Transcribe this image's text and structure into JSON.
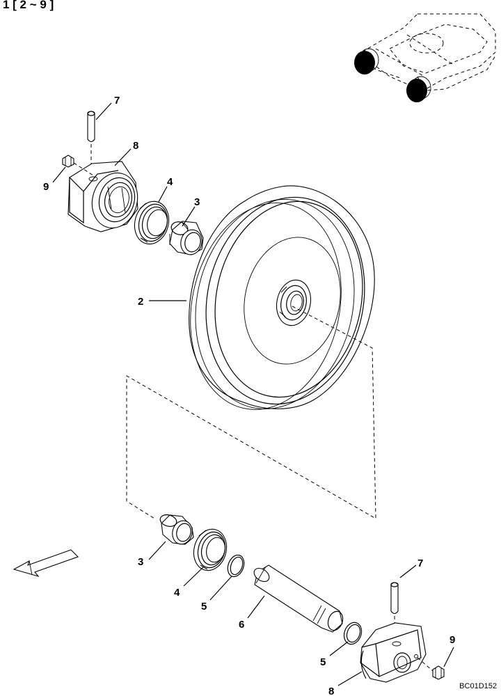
{
  "header": {
    "reference": "1 [ 2 ~ 9 ]"
  },
  "figure_code": "BC01D152",
  "callouts": [
    {
      "id": "c7-top",
      "label": "7"
    },
    {
      "id": "c8-top",
      "label": "8"
    },
    {
      "id": "c9-top",
      "label": "9"
    },
    {
      "id": "c4-top",
      "label": "4"
    },
    {
      "id": "c3-top",
      "label": "3"
    },
    {
      "id": "c2",
      "label": "2"
    },
    {
      "id": "c3-bottom",
      "label": "3"
    },
    {
      "id": "c4-bottom",
      "label": "4"
    },
    {
      "id": "c5-left",
      "label": "5"
    },
    {
      "id": "c6",
      "label": "6"
    },
    {
      "id": "c5-right",
      "label": "5"
    },
    {
      "id": "c7-bottom",
      "label": "7"
    },
    {
      "id": "c9-bottom",
      "label": "9"
    },
    {
      "id": "c8-bottom",
      "label": "8"
    }
  ]
}
